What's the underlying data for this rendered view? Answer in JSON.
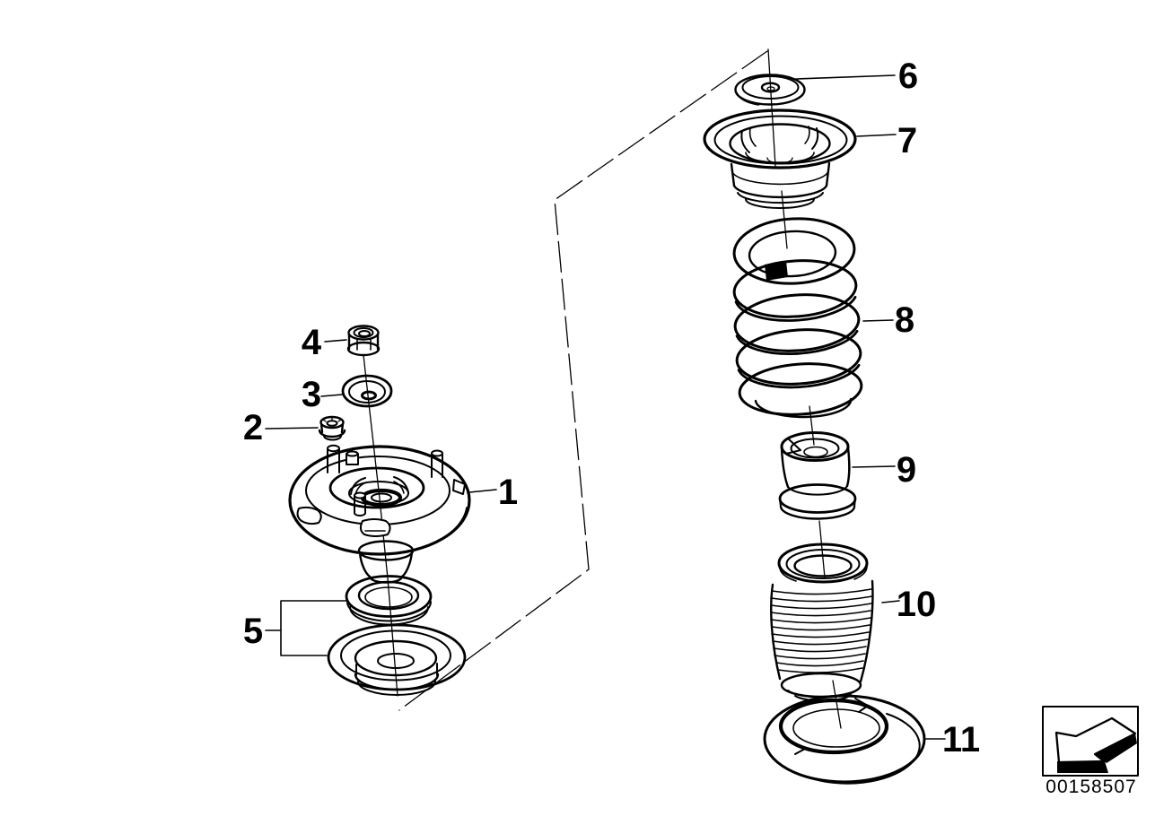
{
  "diagram": {
    "description_colors": {
      "line": "#000000",
      "background": "#ffffff"
    },
    "callouts": [
      {
        "number": "1"
      },
      {
        "number": "2"
      },
      {
        "number": "3"
      },
      {
        "number": "4"
      },
      {
        "number": "5"
      },
      {
        "number": "6"
      },
      {
        "number": "7"
      },
      {
        "number": "8"
      },
      {
        "number": "9"
      },
      {
        "number": "10"
      },
      {
        "number": "11"
      }
    ],
    "stamp": {
      "icon": "direction-arrow-icon",
      "code": "00158507"
    }
  }
}
